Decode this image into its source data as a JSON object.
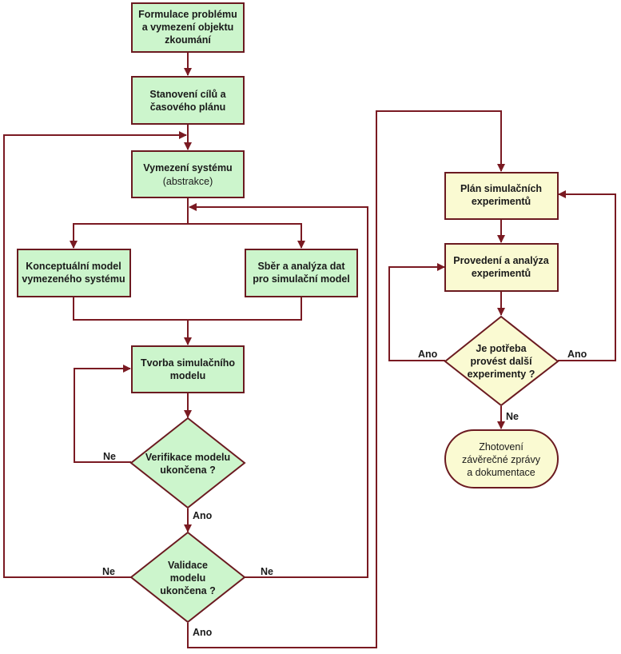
{
  "colors": {
    "line": "#7a1a22",
    "green_fill": "#ccf5cc",
    "yellow_fill": "#fafad2",
    "box_stroke": "#6b1a20"
  },
  "nodes": {
    "formulace": {
      "lines": [
        "Formulace problému",
        "a vymezení objektu",
        "zkoumání"
      ]
    },
    "stanoveni": {
      "lines": [
        "Stanovení cílů a",
        "časového plánu"
      ]
    },
    "vymezeni": {
      "lines": [
        "Vymezení systému"
      ],
      "sub": "(abstrakce)"
    },
    "konceptualni": {
      "lines": [
        "Konceptuální model",
        "vymezeného systému"
      ]
    },
    "sber": {
      "lines": [
        "Sběr a analýza dat",
        "pro simulační model"
      ]
    },
    "tvorba": {
      "lines": [
        "Tvorba simulačního",
        "modelu"
      ]
    },
    "verifikace": {
      "lines": [
        "Verifikace modelu",
        "ukončena ?"
      ]
    },
    "validace": {
      "lines": [
        "Validace",
        "modelu",
        "ukončena ?"
      ]
    },
    "plan": {
      "lines": [
        "Plán simulačních",
        "experimentů"
      ]
    },
    "provedeni": {
      "lines": [
        "Provedení a analýza",
        "experimentů"
      ]
    },
    "potreba": {
      "lines": [
        "Je potřeba",
        "provést další",
        "experimenty ?"
      ]
    },
    "zhotoveni": {
      "lines": [
        "Zhotovení",
        "závěrečné zprávy",
        "a dokumentace"
      ]
    }
  },
  "labels": {
    "verif_ne": "Ne",
    "verif_ano": "Ano",
    "valid_ne_left": "Ne",
    "valid_ne_right": "Ne",
    "valid_ano": "Ano",
    "potreba_ano_left": "Ano",
    "potreba_ano_right": "Ano",
    "potreba_ne": "Ne"
  }
}
